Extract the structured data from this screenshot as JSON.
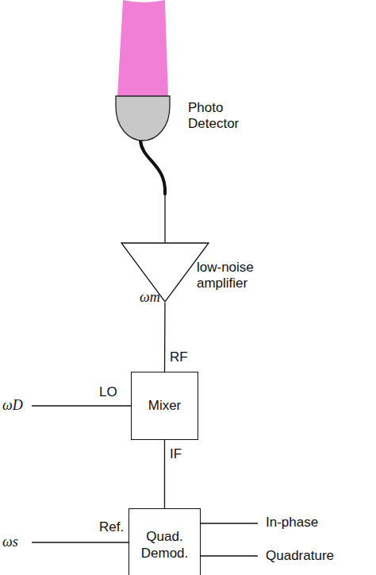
{
  "diagram": {
    "nodes": [
      {
        "text": [
          "Photo Detector"
        ]
      },
      {
        "text": [
          "low-noise amplifier"
        ]
      },
      {
        "text": [
          "Mixer"
        ]
      },
      {
        "text": [
          "Quad. Demod."
        ]
      }
    ],
    "edges": [
      {
        "from": 0,
        "to": 1,
        "arrow": "none"
      },
      {
        "from": 1,
        "to": 2,
        "arrow": "none"
      },
      {
        "from": 2,
        "to": 3,
        "arrow": "none"
      }
    ],
    "labels": [
      "ωm",
      "RF",
      "LO",
      "ωD",
      "IF",
      "Ref.",
      "ωs",
      "In-phase",
      "Quadrature"
    ]
  }
}
